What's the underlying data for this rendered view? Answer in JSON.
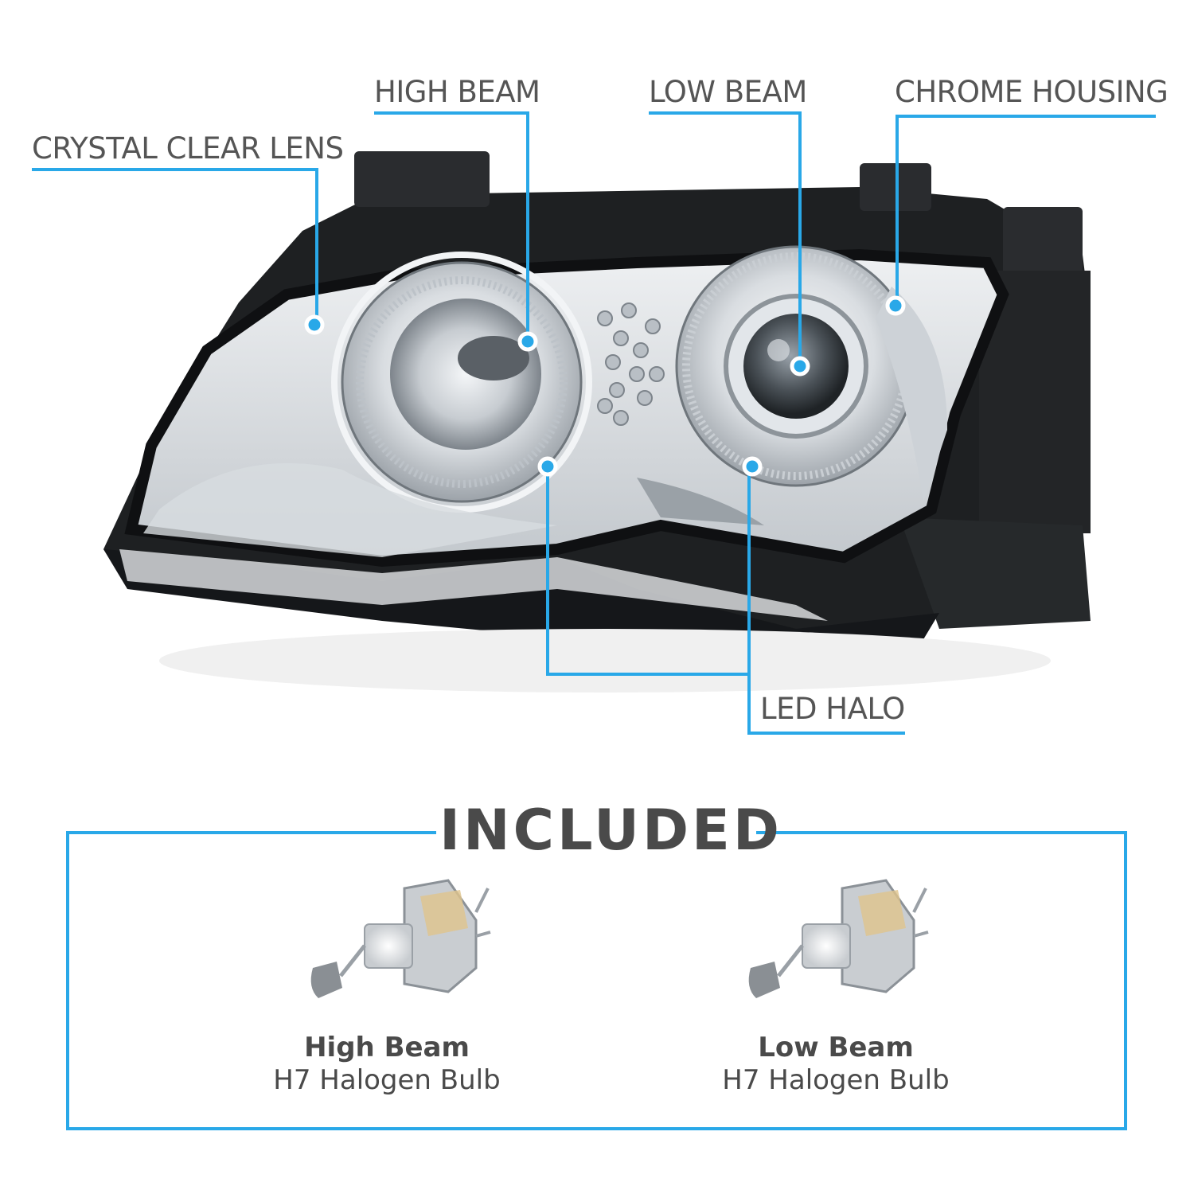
{
  "colors": {
    "accent": "#29a8e8",
    "text": "#555555",
    "heading": "#4a4a4a"
  },
  "callouts": {
    "crystal_clear_lens": "CRYSTAL CLEAR LENS",
    "high_beam": "HIGH BEAM",
    "low_beam": "LOW BEAM",
    "chrome_housing": "CHROME HOUSING",
    "led_halo": "LED HALO"
  },
  "included": {
    "title": "INCLUDED",
    "bulbs": [
      {
        "name": "High Beam",
        "type": "H7 Halogen Bulb",
        "icon": "h7-bulb-icon"
      },
      {
        "name": "Low Beam",
        "type": "H7 Halogen Bulb",
        "icon": "h7-bulb-icon"
      }
    ]
  }
}
